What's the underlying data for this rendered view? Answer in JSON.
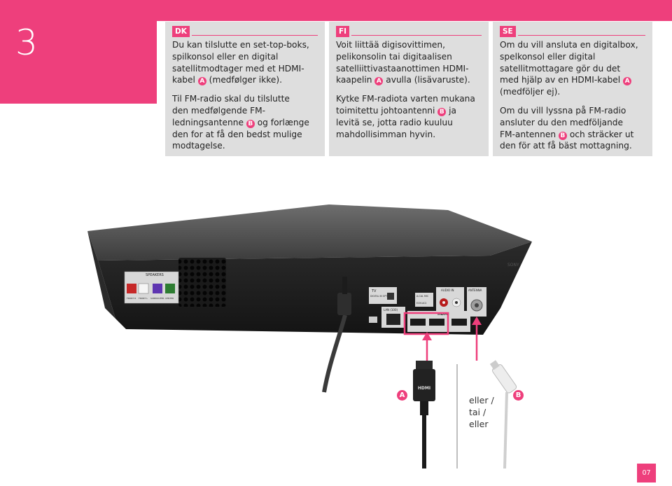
{
  "step": "3",
  "page_number": "07",
  "accent": "#ee3f7c",
  "panels": [
    {
      "lang": "DK",
      "p1": {
        "pre": "Du kan tilslutte en set-top-boks,\nspilkonsol eller en digital\nsatellitmodtager med et HDMI-\nkabel ",
        "badge": "A",
        "post": " (medfølger ikke)."
      },
      "p2": {
        "pre": "Til FM-radio skal du tilslutte\nden medfølgende FM-\nledningsantenne ",
        "badge": "B",
        "post": " og forlænge\nden for at få den bedst mulige\nmodtagelse."
      }
    },
    {
      "lang": "FI",
      "p1": {
        "pre": "Voit liittää digisovittimen,\npelikonsolin tai digitaalisen\nsatelliittivastaanottimen HDMI-\nkaapelin ",
        "badge": "A",
        "post": " avulla (lisävaruste)."
      },
      "p2": {
        "pre": "Kytke FM-radiota varten mukana\ntoimitettu johtoantenni ",
        "badge": "B",
        "post": " ja\nlevitä se, jotta radio kuuluu\nmahdollisimman hyvin."
      }
    },
    {
      "lang": "SE",
      "p1": {
        "pre": "Om du vill ansluta en digitalbox,\nspelkonsol eller digital\nsatellitmottagare gör du det\nmed hjälp av en HDMI-kabel ",
        "badge": "A",
        "post": "\n(medföljer ej)."
      },
      "p2": {
        "pre": "Om du vill lyssna på FM-radio\nansluter du den medföljande\nFM-antennen ",
        "badge": "B",
        "post": " och sträcker ut\nden för att få bäst mottagning."
      }
    }
  ],
  "illustration": {
    "speakers_label": "SPEAKERS",
    "speaker_terminals": [
      "FRONT R",
      "FRONT L",
      "SUBWOOFER",
      "CENTER"
    ],
    "tv_label": "TV",
    "tv_sub": "DIGITAL IN\nOPTICAL",
    "acal_label": "A.CAL\nMIC",
    "acal_sub": "ECM-AC2",
    "audio_in_label": "AUDIO IN",
    "antenna_label": "ANTENNA",
    "lan_label": "LAN (100)",
    "hdmi_label": "HDMI",
    "cable_brand": "HDMI",
    "label_a": "A",
    "label_b": "B",
    "or_text": "eller /\ntai /\neller"
  }
}
